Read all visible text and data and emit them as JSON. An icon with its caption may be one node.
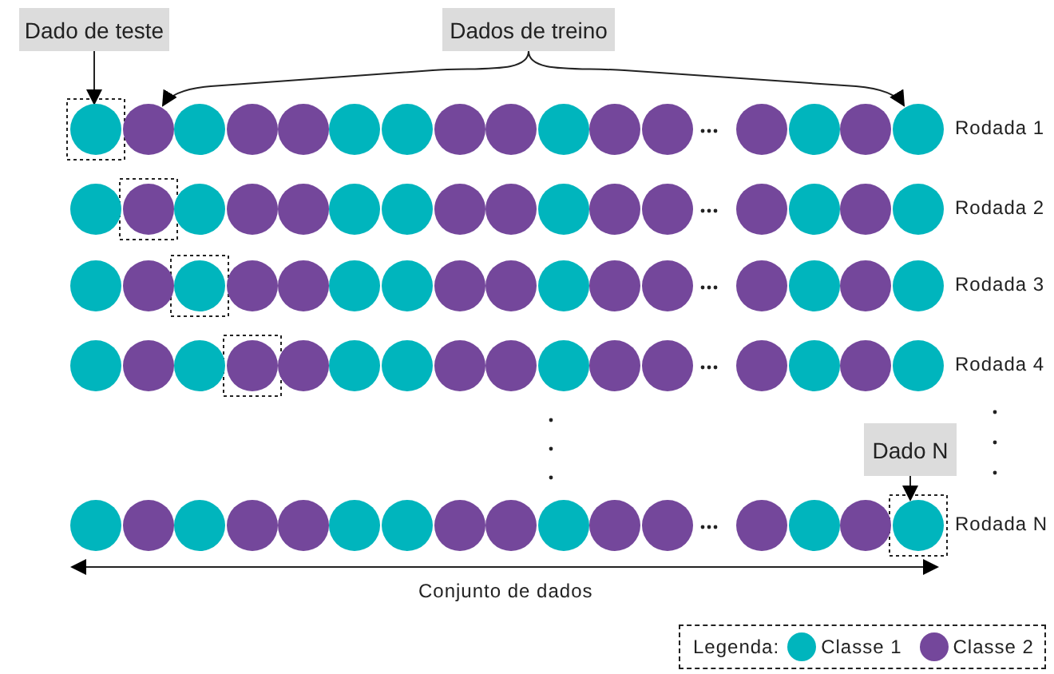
{
  "diagram": {
    "nodes": [
      {
        "text": [
          "Dado de teste"
        ]
      },
      {
        "text": [
          "Dados de treino"
        ]
      },
      {
        "text": [
          "Dado N"
        ]
      },
      {
        "text": [],
        "shape": "circle"
      },
      {
        "text": [],
        "shape": "circle"
      },
      {
        "text": [],
        "shape": "circle"
      },
      {
        "text": [],
        "shape": "circle"
      }
    ],
    "edges": [
      {
        "from": 0,
        "to": 3,
        "arrow": "to"
      },
      {
        "from": 1,
        "to": 4,
        "arrow": "to"
      },
      {
        "from": 1,
        "to": 5,
        "arrow": "to"
      },
      {
        "from": 2,
        "to": 6,
        "arrow": "to"
      }
    ],
    "labels": [
      "Rodada 1",
      "Rodada 2",
      "Rodada 3",
      "Rodada 4",
      "Rodada N",
      "Conjunto de dados",
      "Legenda:"
    ],
    "legend": [
      {
        "text": "Classe 1",
        "color": "#00b5bd"
      },
      {
        "text": "Classe 2",
        "color": "#74479b"
      }
    ]
  }
}
